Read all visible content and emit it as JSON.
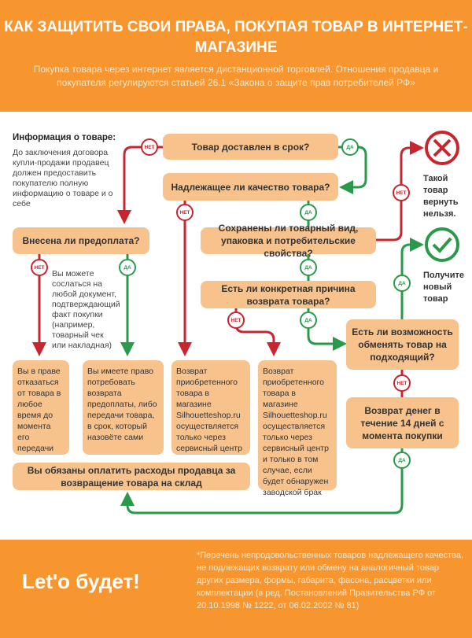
{
  "header": {
    "title": "КАК ЗАЩИТИТЬ СВОИ ПРАВА, ПОКУПАЯ ТОВАР В ИНТЕРНЕТ-МАГАЗИНЕ",
    "subtitle": "Покупка товара через интернет является дистанционной торговлей. Отношения продавца и покупателя регулируются статьей 26.1 «Закона о защите прав потребителей РФ»"
  },
  "info": {
    "title": "Информация о товаре:",
    "text": "До заключения договора купли-продажи продавец должен предоставить покупателю полную информацию о товаре и о себе"
  },
  "questions": {
    "delivered": "Товар доставлен в срок?",
    "quality": "Надлежащее ли качество товара?",
    "preserved": "Сохранены ли товарный вид, упаковка и потребительские свойства?",
    "reason": "Есть ли конкретная причина возврата товара?",
    "exchange": "Есть ли возможность обменять товар на подходящий?",
    "prepaid": "Внесена ли предоплата?"
  },
  "results": {
    "refund14": "Возврат денег в течение 14 дней с момента покупки",
    "cannot_return": "Такой товар вернуть нельзя.",
    "new_item": "Получите новый товар",
    "refuse": "Вы в праве отказаться от товара в любое время до момента его передачи",
    "prepay_right": "Вы имеете право потребовать возврата предоплаты, либо передачи товара, в срок, который назовёте сами",
    "service1": "Возврат приобретенного товара в магазине Silhouetteshop.ru осуществляется только через сервисный центр",
    "service2": "Возврат приобретенного товара в магазине Silhouetteshop.ru осуществляется только через сервисный центр и только в том случае, если будет обнаружен заводской брак",
    "pay_costs": "Вы обязаны оплатить расходы продавца за возвращение товара на склад",
    "document_note": "Вы можете сослаться на любой документ, подтверждающий факт покупки (например, товарный чек или накладная)"
  },
  "labels": {
    "no": "НЕТ",
    "yes": "ДА"
  },
  "footer": {
    "logo": "Let'o будет!",
    "note": "*Перечень непродовольственных товаров надлежащего качества, не подлежащих возврату или обмену на аналогичный товар других размера, формы, габарита, фасона, расцветки или комплектации (в ред. Постановлений Правительства РФ от 20.10.1998 № 1222, от 06.02.2002 № 81)"
  },
  "colors": {
    "orange": "#f7962f",
    "box": "#f8c28c",
    "no": "#c9252f",
    "yes": "#2a9a4a"
  }
}
